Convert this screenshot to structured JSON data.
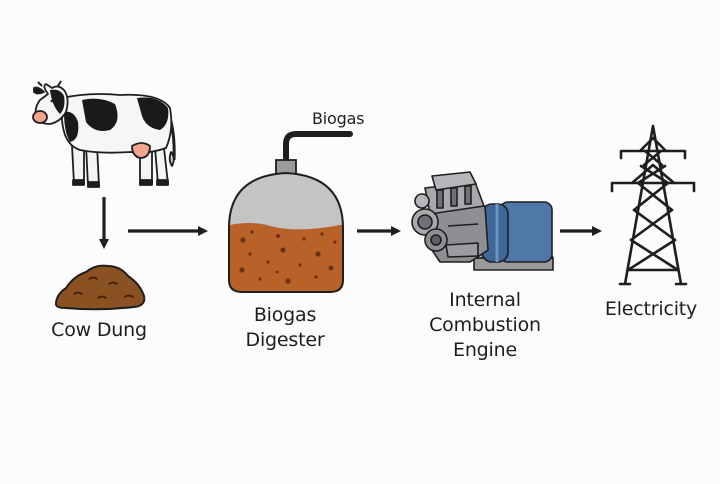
{
  "diagram": {
    "type": "process-flow",
    "subject": "Biogas to electricity from cow dung",
    "nodes": [
      {
        "id": "cow",
        "label": "",
        "icon": "cow-icon"
      },
      {
        "id": "cow_dung",
        "label": "Cow Dung",
        "icon": "dung-pile-icon"
      },
      {
        "id": "digester",
        "label_lines": [
          "Biogas",
          "Digester"
        ],
        "icon": "digester-tank-icon"
      },
      {
        "id": "engine",
        "label_lines": [
          "Internal",
          "Combustion",
          "Engine"
        ],
        "icon": "engine-generator-icon"
      },
      {
        "id": "electricity",
        "label": "Electricity",
        "icon": "transmission-tower-icon"
      }
    ],
    "edges": [
      {
        "from": "cow",
        "to": "cow_dung",
        "direction": "down"
      },
      {
        "from": "cow_dung",
        "to": "digester",
        "direction": "right"
      },
      {
        "from": "digester",
        "to": "engine",
        "direction": "right"
      },
      {
        "from": "engine",
        "to": "electricity",
        "direction": "right"
      }
    ],
    "pipe_label": "Biogas",
    "colors": {
      "background": "#fcfcfc",
      "stroke": "#1e1e1e",
      "dung": "#8a5221",
      "sludge": "#b8622a",
      "sludge_dots": "#6b2f12",
      "gas_dome": "#c4c4c4",
      "engine_grey": "#8d8f92",
      "generator_blue": "#4f78a8",
      "cow_udder": "#f2a58c"
    }
  }
}
